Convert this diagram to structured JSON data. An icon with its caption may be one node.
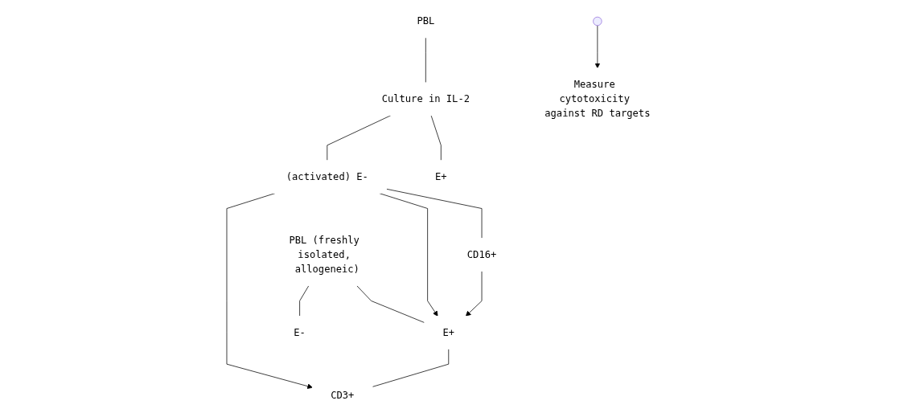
{
  "diagram": {
    "nodes": [
      {
        "text": [
          "PBL"
        ]
      },
      {
        "text": [
          "Culture in IL-2"
        ]
      },
      {
        "text": [
          "E+"
        ]
      },
      {
        "text": [
          "(activated) E-"
        ]
      },
      {
        "text": [
          "CD16+"
        ]
      },
      {
        "text": [
          "PBL (freshly isolated, allogeneic)"
        ]
      },
      {
        "text": [
          "E+"
        ]
      },
      {
        "text": [
          "E-"
        ]
      },
      {
        "text": [
          "CD3+"
        ]
      },
      {
        "text": [
          "Measure cytotoxicity against RD targets"
        ]
      }
    ],
    "edges": [
      {
        "from": 0,
        "to": 1,
        "arrow": "none"
      },
      {
        "from": 1,
        "to": 2,
        "arrow": "none"
      },
      {
        "from": 1,
        "to": 3,
        "arrow": "none"
      },
      {
        "from": 3,
        "to": 4,
        "arrow": "none"
      },
      {
        "from": 5,
        "to": 6,
        "arrow": "none"
      },
      {
        "from": 5,
        "to": 7,
        "arrow": "none"
      },
      {
        "from": 6,
        "to": 8,
        "arrow": "none"
      },
      {
        "from": 3,
        "to": 6,
        "arrow": "to"
      },
      {
        "from": 3,
        "to": 8,
        "arrow": "to"
      },
      {
        "from": 4,
        "to": 6,
        "arrow": "to"
      },
      {
        "from": null,
        "to": 9,
        "arrow": "to"
      }
    ]
  }
}
